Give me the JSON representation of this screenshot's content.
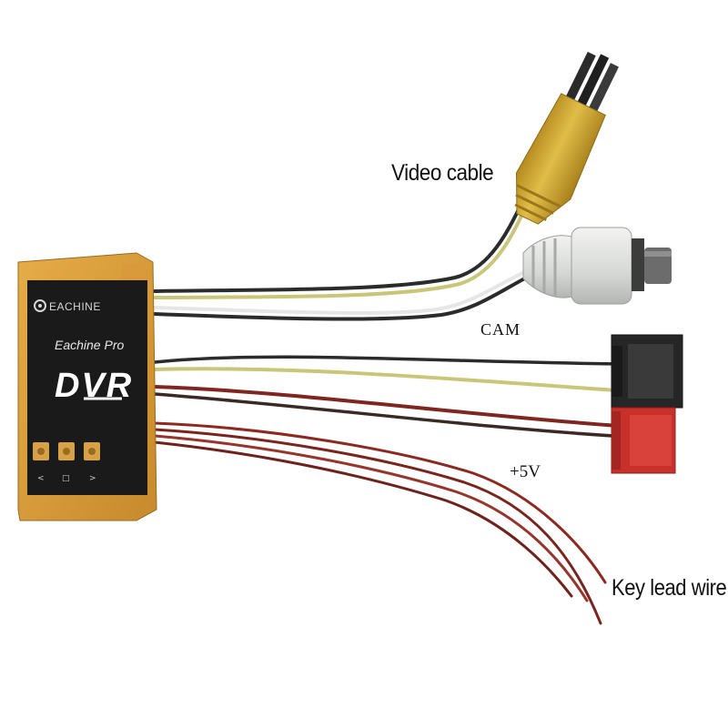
{
  "labels": {
    "video_cable": "Video cable",
    "cam": "CAM",
    "plus_5v": "+5V",
    "key_lead_wire": "Key lead wire"
  },
  "device": {
    "brand": "EACHINE",
    "model": "Eachine Pro",
    "product": "DVR",
    "buttons": [
      "<",
      "□",
      ">"
    ]
  },
  "colors": {
    "case": "#e3a33c",
    "faceplate": "#1a1a1a",
    "rca_yellow": "#d8b23a",
    "rca_white": "#d9dbd8",
    "connector_black": "#2a2a2a",
    "connector_red": "#c8302c",
    "wire_red": "#8c2a22",
    "wire_yellow": "#c9c67a",
    "wire_black": "#2b2b2b",
    "wire_white": "#e6e6e6"
  }
}
